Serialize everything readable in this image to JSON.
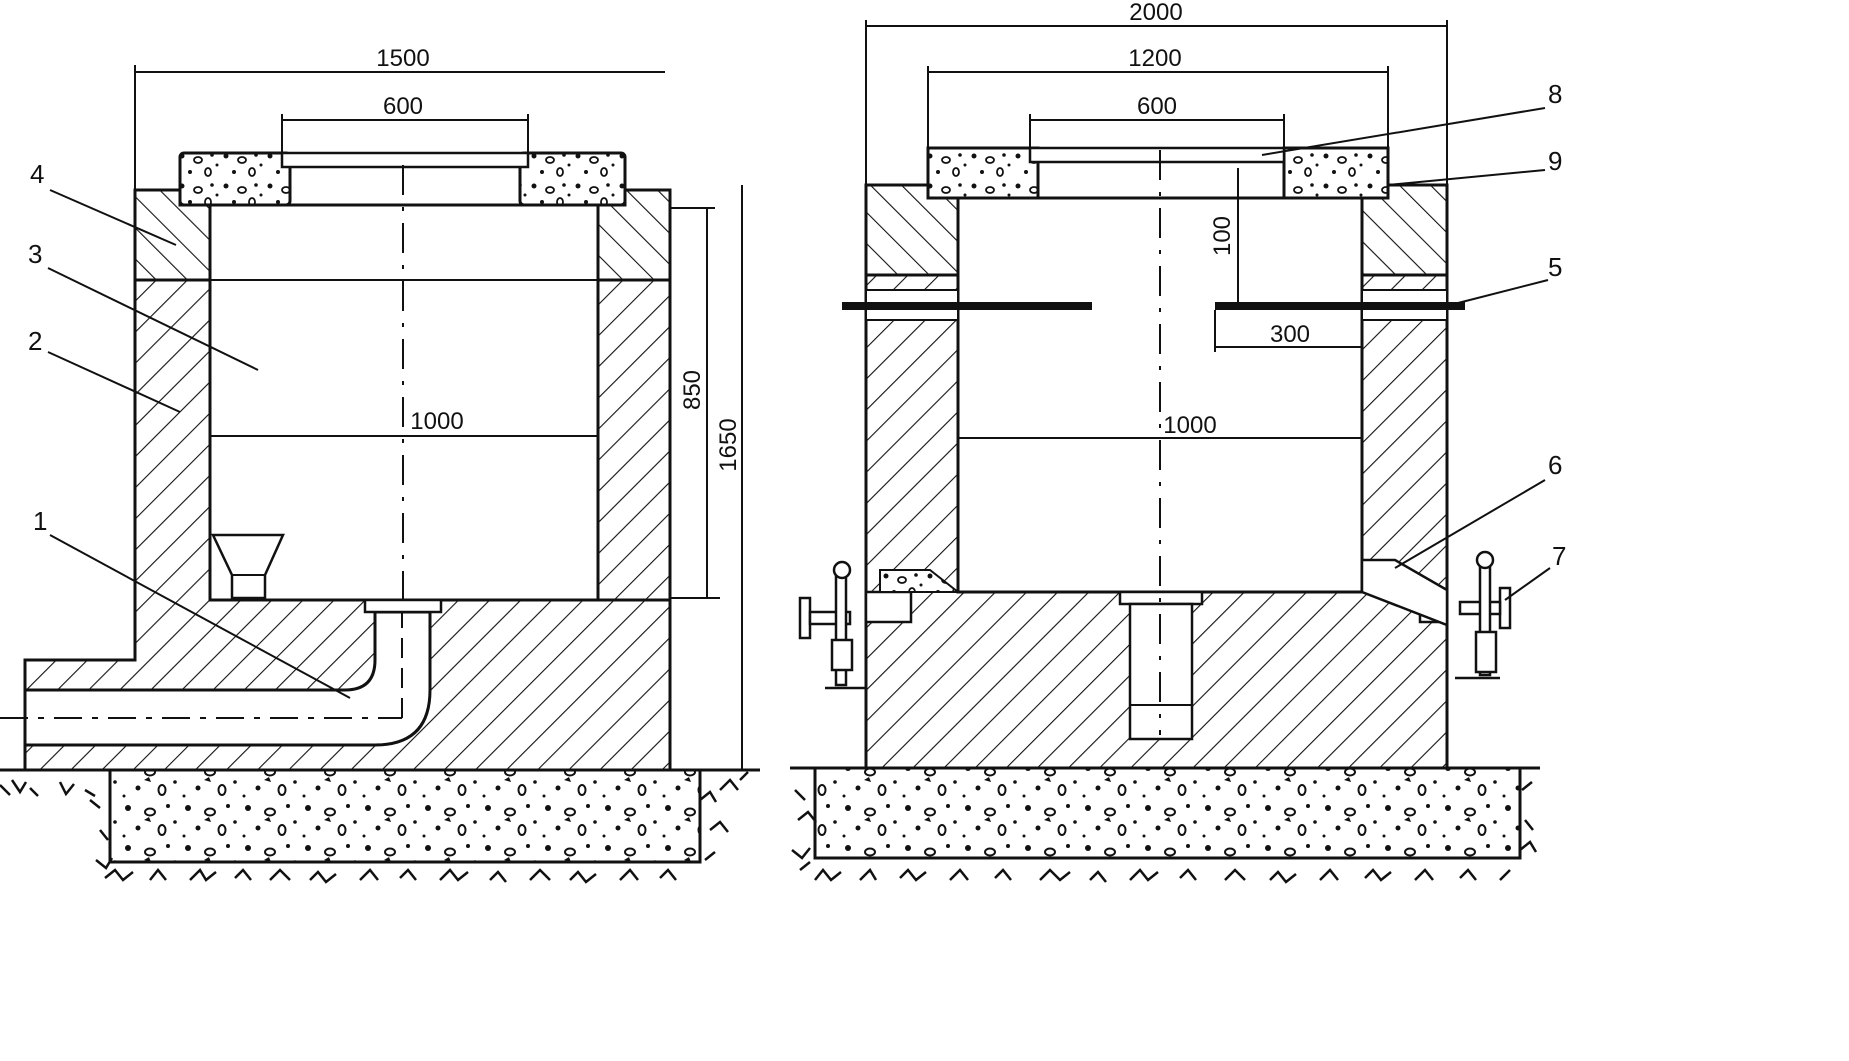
{
  "left_view": {
    "dimensions": {
      "overall_width": "1500",
      "hatch_opening": "600",
      "inner_width": "1000",
      "inner_height": "850",
      "total_height": "1650"
    },
    "callouts": [
      "1",
      "2",
      "3",
      "4"
    ]
  },
  "right_view": {
    "dimensions": {
      "overall_width": "2000",
      "slab_width": "1200",
      "hatch_opening": "600",
      "inner_width": "1000",
      "bracket_depth": "100",
      "bracket_length": "300"
    },
    "callouts": [
      "5",
      "6",
      "7",
      "8",
      "9"
    ]
  }
}
